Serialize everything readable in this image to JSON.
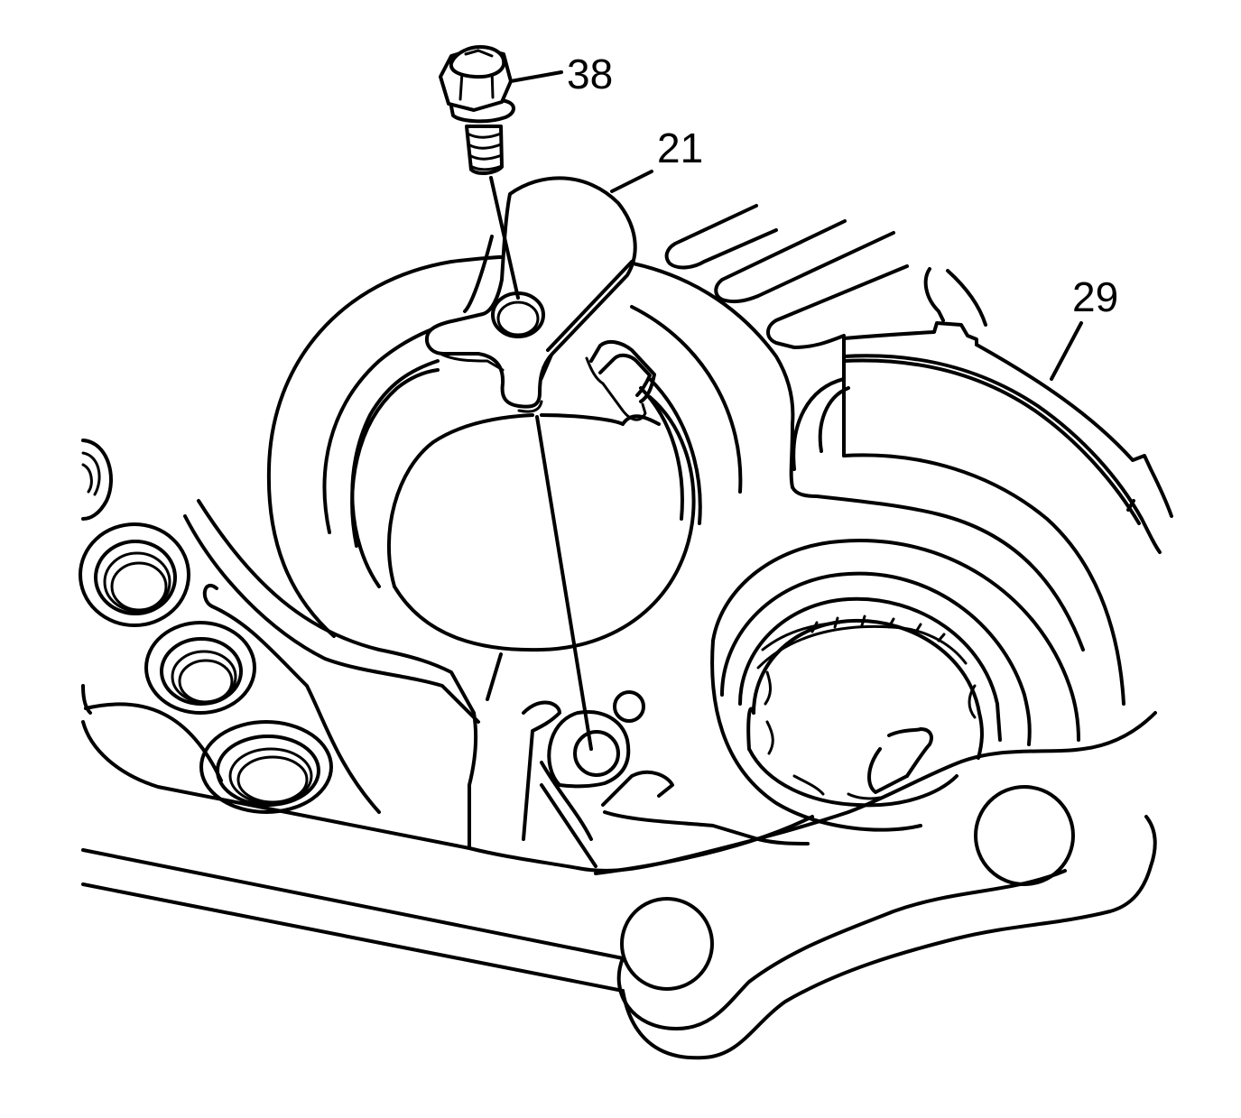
{
  "callouts": {
    "bolt": {
      "number": "38"
    },
    "clip": {
      "number": "21"
    },
    "part": {
      "number": "29"
    }
  }
}
